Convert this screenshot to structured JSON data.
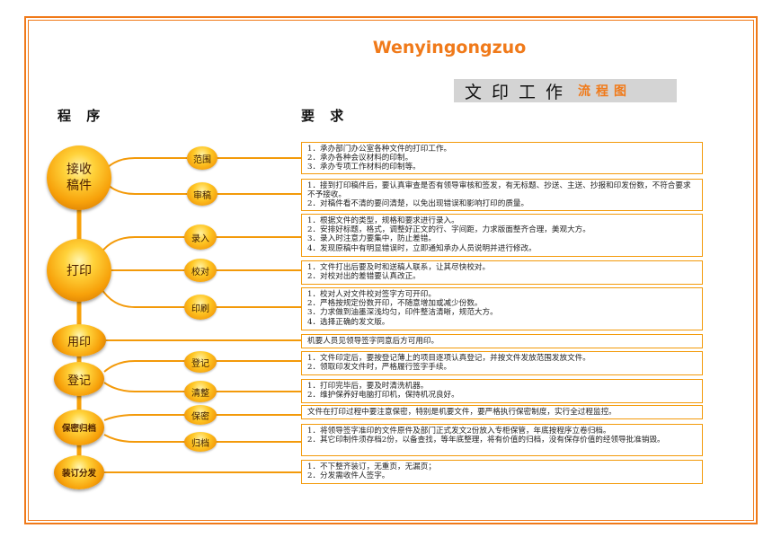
{
  "brand": "Wenyingongzuo",
  "title": {
    "main": "文印工作",
    "sub": "流程图"
  },
  "headers": {
    "procedure": "程 序",
    "requirements": "要 求"
  },
  "stages": {
    "receive": "接收 稿件",
    "print": "打印",
    "seal": "用印",
    "register": "登记",
    "archive": "保密归档",
    "distribute": "装订分发"
  },
  "steps": {
    "scope": "范围",
    "review": "审稿",
    "input": "录入",
    "proof": "校对",
    "printing": "印刷",
    "register": "登记",
    "clean": "清整",
    "secrecy": "保密",
    "archive": "归档"
  },
  "requirements": {
    "scope": [
      "1．承办部门办公室各种文件的打印工作。",
      "2．承办各种会议材料的印制。",
      "3．承办专项工作材料的印制等。"
    ],
    "review": [
      "1．接到打印稿件后，要认真审查是否有领导审核和签发，有无标题、抄送、主送、抄报和印发份数，不符合要求不予接收。",
      "2．对稿件看不清的要问清楚，以免出现错误和影响打印的质量。"
    ],
    "input": [
      "1．根据文件的类型，规格和要求进行录入。",
      "2．安排好标题，格式，调整好正文的行、字间距，力求版面整齐合理，美观大方。",
      "3．录入时注意力要集中，防止差错。",
      "4．发现原稿中有明显错误时，立即通知承办人员说明并进行修改。"
    ],
    "proof": [
      "1．文件打出后要及时和送稿人联系，让其尽快校对。",
      "2．对校对出的差错要认真改正。"
    ],
    "printing": [
      "1．校对人对文件校对签字方可开印。",
      "2．严格按规定份数开印，不随意增加或减少份数。",
      "3．力求做到油墨深浅均匀，印件整洁清晰，规范大方。",
      "4．选择正确的发文版。"
    ],
    "seal": [
      "机要人员见领导签字同意后方可用印。"
    ],
    "register": [
      "1．文件印定后，要按登记薄上的项目逐项认真登记，并按文件发放范围发放文件。",
      "2．领取印发文件时，严格履行签字手续。"
    ],
    "clean": [
      "1．打印完毕后，要及时清洗机器。",
      "2．维护保养好电脑打印机，保持机况良好。"
    ],
    "secrecy": [
      "文件在打印过程中要注意保密，特别是机要文件，要严格执行保密制度，实行全过程监控。"
    ],
    "archive": [
      "1．将领导签字准印的文件原件及部门正式发文2份放入专柜保管，年底按程序立卷归档。",
      "2．其它印制件须存档2份，以备查找，等年底整理，将有价值的归档，没有保存价值的经领导批准销毁。"
    ],
    "distribute": [
      "1．不下整齐装订，无重页，无漏页；",
      "2．分发需收件人签字。"
    ]
  },
  "colors": {
    "accent": "#f07a1a",
    "box_border": "#f39a0a",
    "connector": "#f39a0a"
  }
}
